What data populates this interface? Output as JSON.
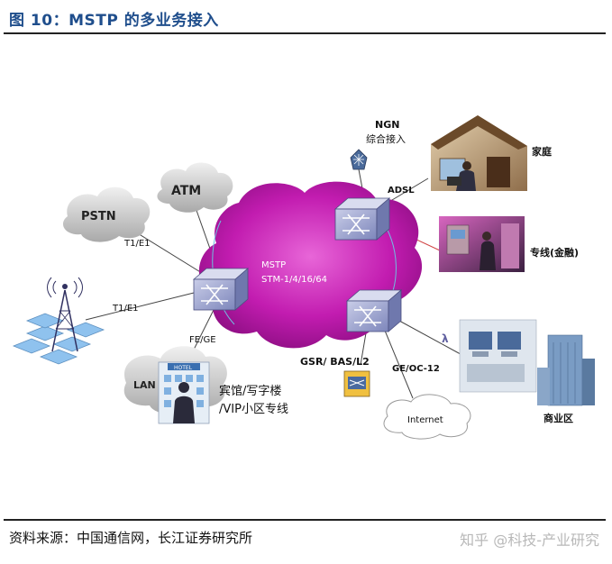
{
  "figure": {
    "title": "图 10：MSTP 的多业务接入",
    "source": "资料来源：中国通信网，长江证券研究所",
    "watermark": "知乎 @科技-产业研究"
  },
  "diagram": {
    "cloud_label_line1": "MSTP",
    "cloud_label_line2": "STM-1/4/16/64",
    "nodes": {
      "pstn": "PSTN",
      "atm": "ATM",
      "lan": "LAN",
      "lan_building_sign": "HOTEL",
      "internet": "Internet",
      "ngn_line1": "NGN",
      "ngn_line2": "综合接入",
      "home": "家庭",
      "finance": "专线(金融)",
      "business": "商业区",
      "hotel_line1": "宾馆/写字楼",
      "hotel_line2": "/VIP小区专线",
      "gsr": "GSR/ BAS/L2"
    },
    "links": {
      "pstn_link": "T1/E1",
      "tower_link": "T1/E1",
      "lan_link": "FE/GE",
      "adsl": "ADSL",
      "lambda": "λ",
      "internet_link": "GE/OC-12"
    },
    "colors": {
      "cloud": "#c21cb0",
      "switch": "#8f97c8",
      "gray_cloud": "#cfcfcf",
      "finance_link": "#d04444"
    }
  }
}
